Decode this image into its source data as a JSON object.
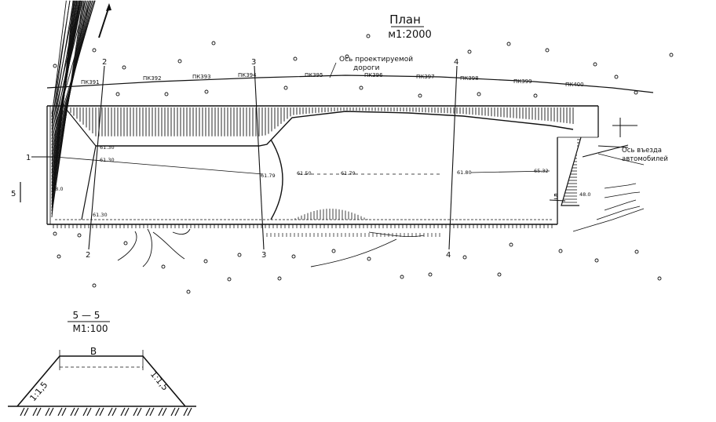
{
  "plan": {
    "title": "План",
    "scale": "м1:2000",
    "road_axis_label_1": "Ось проектируемой",
    "road_axis_label_2": "дороги",
    "pickets": [
      "ПК391",
      "ПК392",
      "ПК393",
      "ПК394",
      "ПК395",
      "ПК396",
      "ПК397",
      "ПК398",
      "ПК399",
      "ПК400"
    ],
    "section_numbers": [
      "1",
      "2",
      "3",
      "3",
      "4",
      "4",
      "5",
      "5"
    ],
    "marks": [
      "61.30",
      "61.30",
      "61.30",
      "61.79",
      "61.50",
      "61.79",
      "61.80",
      "65.32",
      "48.0",
      "48.0"
    ],
    "entrance_label_1": "Ось въезда",
    "entrance_label_2": "автомобилей"
  },
  "section": {
    "title": "5 — 5",
    "scale": "М1:100",
    "width_label": "В",
    "slope_left": "1:1,5",
    "slope_right": "1:1,5"
  }
}
